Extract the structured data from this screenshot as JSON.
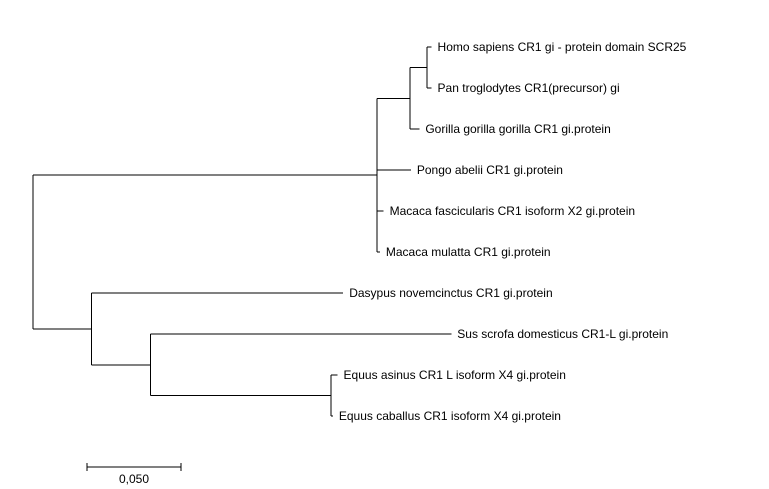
{
  "figure": {
    "type": "phylogenetic-tree",
    "line_color": "#000000",
    "background": "#ffffff"
  },
  "taxa": [
    "Homo sapiens CR1 gi - protein domain SCR25",
    "Pan troglodytes CR1(precursor) gi",
    "Gorilla gorilla gorilla CR1 gi.protein",
    "Pongo abelii CR1 gi.protein",
    "Macaca fascicularis CR1 isoform X2 gi.protein",
    "Macaca mulatta CR1 gi.protein",
    "Dasypus novemcinctus CR1 gi.protein",
    "Sus scrofa domesticus CR1-L gi.protein",
    "Equus asinus CR1 L isoform X4 gi.protein",
    "Equus caballus CR1 isoform X4 gi.protein"
  ],
  "tree": {
    "children": [
      {
        "length": 0.183,
        "children": [
          {
            "length": 0.0175,
            "children": [
              {
                "length": 0.009,
                "children": [
                  {
                    "length": 0.0025,
                    "taxon": 0
                  },
                  {
                    "length": 0.0025,
                    "taxon": 1
                  }
                ]
              },
              {
                "length": 0.005,
                "taxon": 2
              }
            ]
          },
          {
            "length": 0.018,
            "taxon": 3
          },
          {
            "length": 0.0035,
            "taxon": 4
          },
          {
            "length": 0.0015,
            "taxon": 5
          }
        ]
      },
      {
        "length": 0.031,
        "children": [
          {
            "length": 0.134,
            "taxon": 6
          },
          {
            "length": 0.0315,
            "children": [
              {
                "length": 0.16,
                "taxon": 7
              },
              {
                "length": 0.096,
                "children": [
                  {
                    "length": 0.0035,
                    "taxon": 8
                  },
                  {
                    "length": 0.001,
                    "taxon": 9
                  }
                ]
              }
            ]
          }
        ]
      }
    ]
  },
  "scale_bar": {
    "length": 0.05,
    "label": "0,050"
  }
}
